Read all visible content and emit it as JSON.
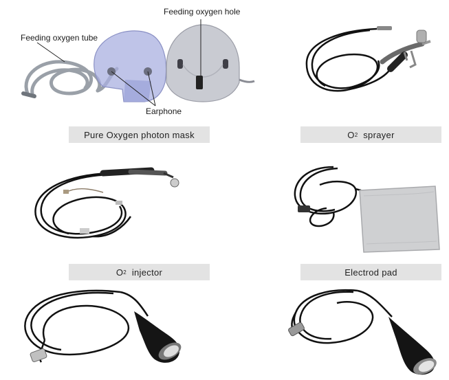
{
  "products": [
    {
      "label_prefix": "Pure Oxygen  photon mask",
      "label_sub": "",
      "label_suffix": ""
    },
    {
      "label_prefix": "O",
      "label_sub": "2",
      "label_suffix": "  sprayer"
    },
    {
      "label_prefix": "O",
      "label_sub": "2",
      "label_suffix": "  injector"
    },
    {
      "label_prefix": "Electrod pad",
      "label_sub": "",
      "label_suffix": ""
    }
  ],
  "callouts": {
    "feeding_oxygen_tube": "Feeding oxygen tube",
    "feeding_oxygen_hole": "Feeding oxygen hole",
    "earphone": "Earphone"
  }
}
